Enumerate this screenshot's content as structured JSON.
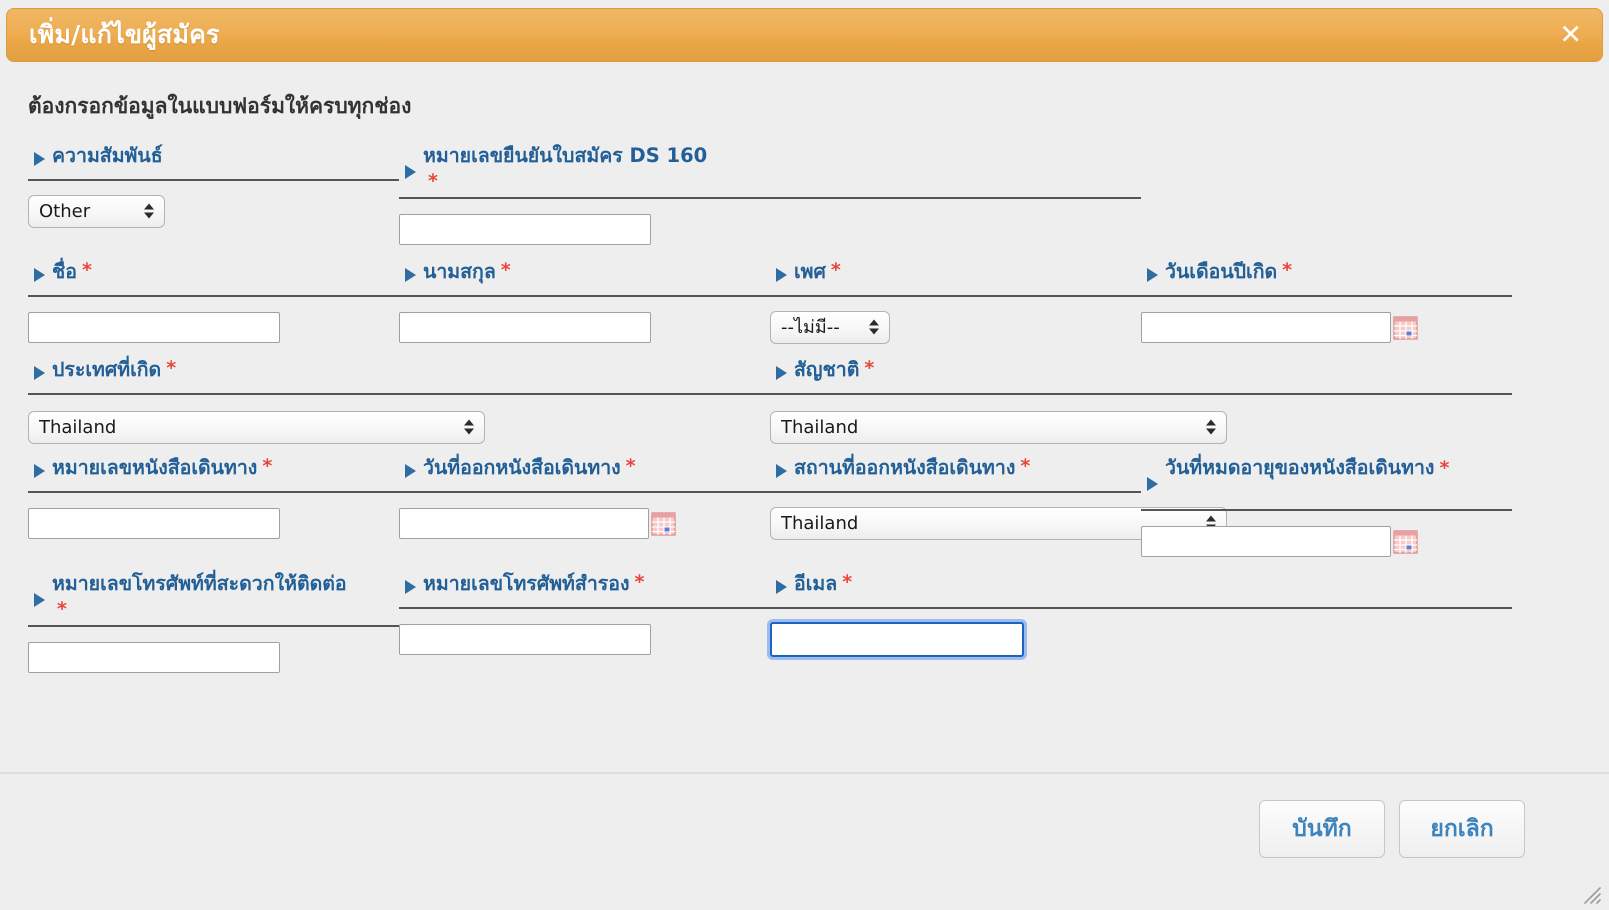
{
  "titlebar": {
    "title": "เพิ่ม/แก้ไขผู้สมัคร",
    "close_icon": "✕"
  },
  "intro": "ต้องกรอกข้อมูลในแบบฟอร์มให้ครบทุกช่อง",
  "required_mark": "*",
  "fields": {
    "relationship": {
      "label": "ความสัมพันธ์",
      "required": false,
      "value": "Other"
    },
    "ds160": {
      "label": "หมายเลขยืนยันใบสมัคร DS 160",
      "required": true,
      "value": ""
    },
    "first_name": {
      "label": "ชื่อ",
      "required": true,
      "value": ""
    },
    "last_name": {
      "label": "นามสกุล",
      "required": true,
      "value": ""
    },
    "gender": {
      "label": "เพศ",
      "required": true,
      "value": "--ไม่มี--"
    },
    "birth_date": {
      "label": "วันเดือนปีเกิด",
      "required": true,
      "value": ""
    },
    "birth_country": {
      "label": "ประเทศที่เกิด",
      "required": true,
      "value": "Thailand"
    },
    "nationality": {
      "label": "สัญชาติ",
      "required": true,
      "value": "Thailand"
    },
    "passport_number": {
      "label": "หมายเลขหนังสือเดินทาง",
      "required": true,
      "value": ""
    },
    "passport_issue_date": {
      "label": "วันที่ออกหนังสือเดินทาง",
      "required": true,
      "value": ""
    },
    "passport_issue_place": {
      "label": "สถานที่ออกหนังสือเดินทาง",
      "required": true,
      "value": "Thailand"
    },
    "passport_expiry_date": {
      "label": "วันที่หมดอายุของหนังสือเดินทาง",
      "required": true,
      "value": ""
    },
    "phone_primary": {
      "label": "หมายเลขโทรศัพท์ที่สะดวกให้ติดต่อ",
      "required": true,
      "value": ""
    },
    "phone_backup": {
      "label": "หมายเลขโทรศัพท์สำรอง",
      "required": true,
      "value": ""
    },
    "email": {
      "label": "อีเมล",
      "required": true,
      "value": "",
      "focused": true
    }
  },
  "footer": {
    "save_label": "บันทึก",
    "cancel_label": "ยกเลิก"
  },
  "colors": {
    "titlebar_orange": "#eeae53",
    "label_blue": "#225f96",
    "required_red": "#e8453c",
    "button_blue": "#3d83bd",
    "focus_blue": "#1d63c4",
    "background": "#eeeeee"
  },
  "icons": {
    "calendar": "calendar-icon",
    "resize_grip": "resize-grip-icon"
  }
}
